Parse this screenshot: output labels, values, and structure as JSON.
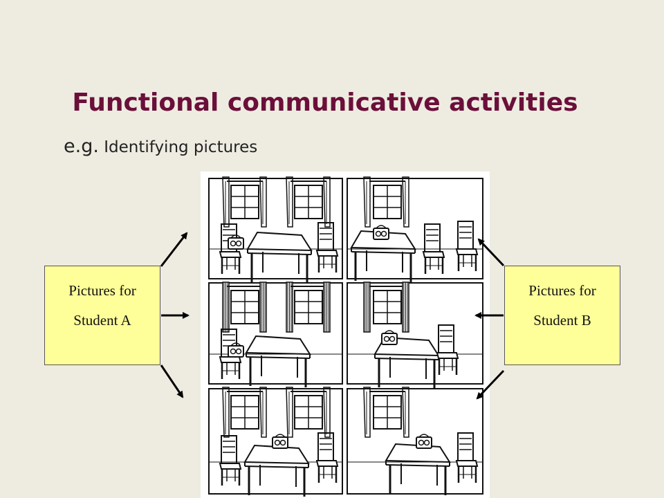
{
  "slide": {
    "title": "Functional communicative activities",
    "subtitle_prefix": "e.g.",
    "subtitle_text": " Identifying pictures"
  },
  "student_a": {
    "line1": "Pictures for",
    "line2": "Student A"
  },
  "student_b": {
    "line1": "Pictures for",
    "line2": "Student B"
  },
  "colors": {
    "background": "#eeece1",
    "title": "#6b0f3a",
    "label_fill": "#ffff99"
  }
}
